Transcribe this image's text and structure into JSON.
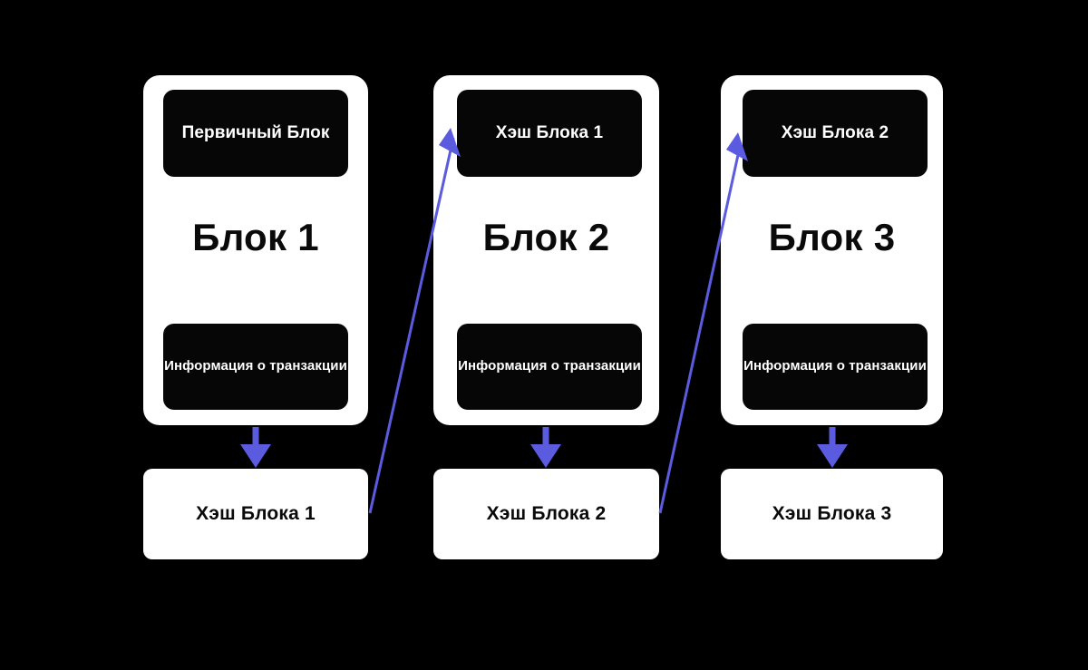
{
  "diagram": {
    "title": "Blockchain block linkage diagram",
    "background_color": "#000000",
    "card_color": "#ffffff",
    "inner_box_color": "#060606",
    "arrow_color": "#5b5be0"
  },
  "blocks": [
    {
      "header_label": "Первичный Блок",
      "title": "Блок 1",
      "transaction_label": "Информация о транзакции",
      "hash_label": "Хэш Блока 1"
    },
    {
      "header_label": "Хэш Блока 1",
      "title": "Блок 2",
      "transaction_label": "Информация о транзакции",
      "hash_label": "Хэш Блока 2"
    },
    {
      "header_label": "Хэш Блока 2",
      "title": "Блок 3",
      "transaction_label": "Информация о транзакции",
      "hash_label": "Хэш Блока 3"
    }
  ],
  "connectors": {
    "down_arrow_names": [
      "block-1-to-hash-1",
      "block-2-to-hash-2",
      "block-3-to-hash-3"
    ],
    "link_arrow_names": [
      "hash-1-to-block-2",
      "hash-2-to-block-3"
    ]
  }
}
